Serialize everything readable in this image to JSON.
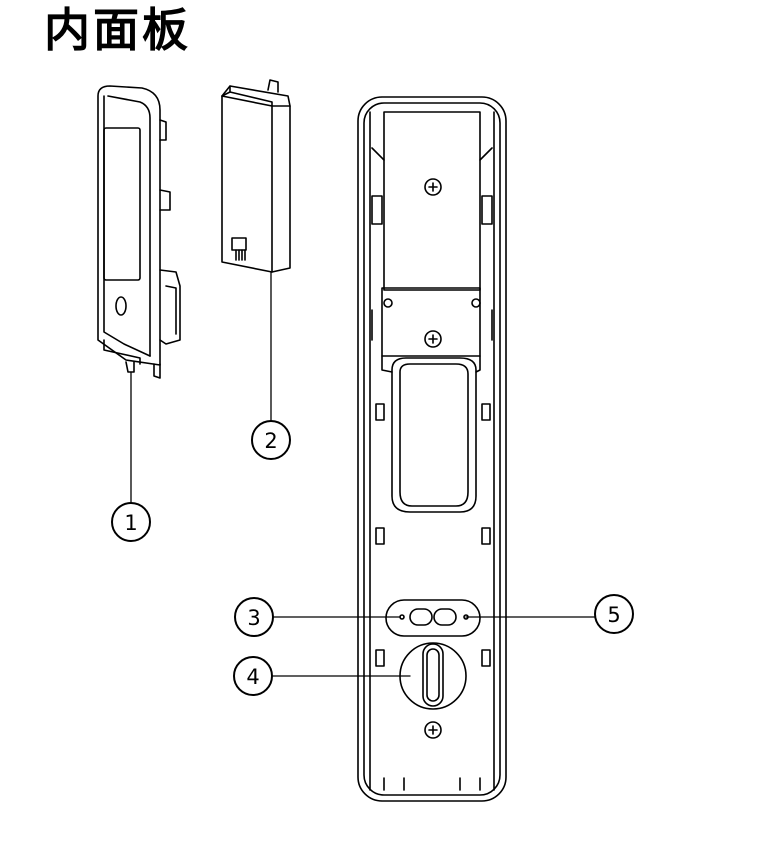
{
  "title": "内面板",
  "callouts": {
    "c1": "1",
    "c2": "2",
    "c3": "3",
    "c4": "4",
    "c5": "5"
  }
}
